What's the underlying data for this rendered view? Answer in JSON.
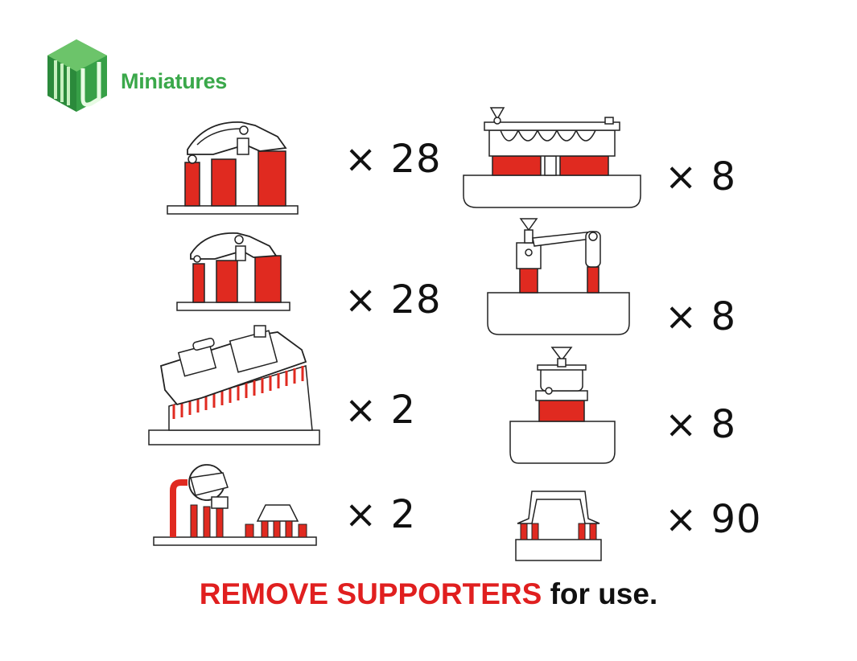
{
  "brand": {
    "name": "Miniatures",
    "logo_icon": "mu-cube-logo",
    "color": "#3aa84a"
  },
  "accent_color": "#e02a20",
  "parts": [
    {
      "id": "clamp-large",
      "count": "× 28"
    },
    {
      "id": "clamp-small",
      "count": "× 28"
    },
    {
      "id": "tilting-assembly",
      "count": "× 2"
    },
    {
      "id": "lamp-assembly",
      "count": "× 2"
    },
    {
      "id": "bracket-wingnut-bar",
      "count": "× 8"
    },
    {
      "id": "wingnut-arm",
      "count": "× 8"
    },
    {
      "id": "wingnut-clamp",
      "count": "× 8"
    },
    {
      "id": "staple-handle",
      "count": "× 90"
    }
  ],
  "footer": {
    "emphasis": "REMOVE SUPPORTERS",
    "rest": "for use."
  }
}
